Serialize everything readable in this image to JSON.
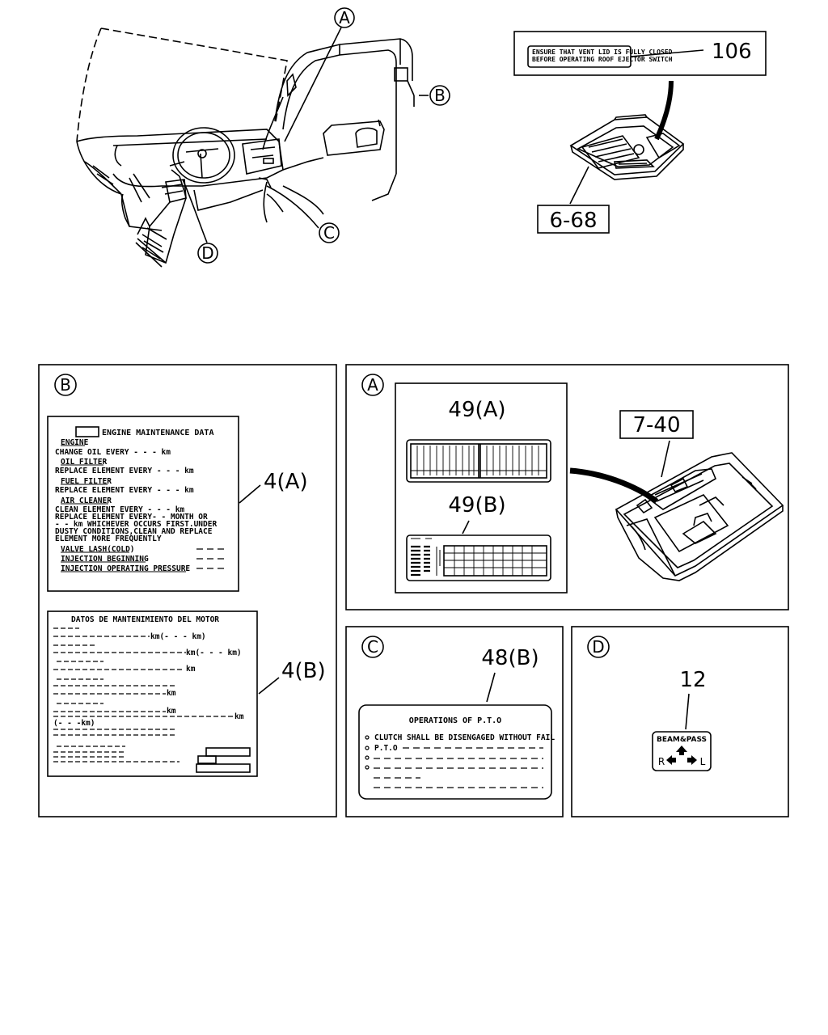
{
  "callouts": {
    "top_a": "A",
    "top_b": "B",
    "top_c": "C",
    "top_d": "D",
    "part_106": "106",
    "part_6_68": "6-68",
    "panel_b": "B",
    "panel_a": "A",
    "panel_c": "C",
    "panel_d": "D",
    "part_4a": "4(A)",
    "part_4b": "4(B)",
    "part_49a": "49(A)",
    "part_49b": "49(B)",
    "part_7_40": "7-40",
    "part_48b": "48(B)",
    "part_12": "12"
  },
  "label_4a": {
    "title": "ENGINE MAINTENANCE DATA",
    "lines": [
      "ENGINE",
      "CHANGE OIL EVERY - - -  km",
      "OIL FILTER",
      "REPLACE ELEMENT EVERY - - -  km",
      "FUEL FILTER",
      "REPLACE ELEMENT EVERY - - -  km",
      "AIR CLEANER",
      "CLEAN ELEMENT EVERY - - -  km",
      "REPLACE ELEMENT EVERY- - MONTH OR",
      "- - km WHICHEVER OCCURS FIRST.UNDER",
      "DUSTY CONDITIONS,CLEAN AND REPLACE",
      "ELEMENT MORE FREQUENTLY",
      "VALVE LASH(COLD)",
      "INJECTION BEGINNING",
      "INJECTION OPERATING PRESSURE"
    ]
  },
  "label_4b": {
    "title": "DATOS DE MANTENIMIENTO DEL MOTOR",
    "km_1": "km(- - -  km)",
    "km_2": "km(- - -  km)",
    "km_3": "km",
    "km_4": "km",
    "km_5": "km",
    "km_6": "km",
    "km_7": "(- - -km)"
  },
  "label_48b": {
    "title": "OPERATIONS OF P.T.O",
    "line1": "CLUTCH SHALL BE DISENGAGED WITHOUT FAIL",
    "line2": "P.T.O"
  },
  "label_12": {
    "title": "BEAM&PASS",
    "left": "R",
    "right": "L"
  }
}
